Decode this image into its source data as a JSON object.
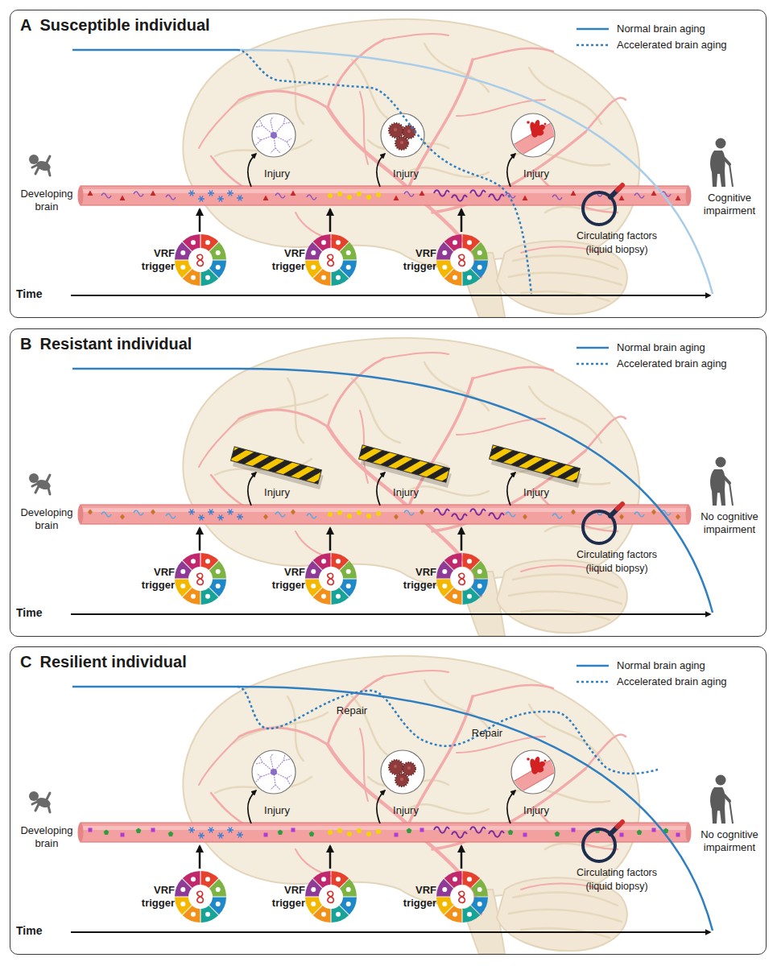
{
  "diagram": {
    "nodes": [
      {
        "text": [
          "A",
          "Susceptible individual"
        ]
      },
      {
        "text": [
          "VRF trigger"
        ],
        "in": 0
      },
      {
        "text": [
          "VRF trigger"
        ],
        "in": 0
      },
      {
        "text": [
          "VRF trigger"
        ],
        "in": 0
      },
      {
        "text": [
          "Circulating factors (liquid biopsy)"
        ],
        "in": 0
      },
      {
        "text": [
          "B",
          "Resistant individual"
        ]
      },
      {
        "text": [
          "VRF trigger"
        ],
        "in": 5
      },
      {
        "text": [
          "VRF trigger"
        ],
        "in": 5
      },
      {
        "text": [
          "VRF trigger"
        ],
        "in": 5
      },
      {
        "text": [
          "Circulating factors (liquid biopsy)"
        ],
        "in": 5
      },
      {
        "text": [
          "C",
          "Resilient individual"
        ]
      },
      {
        "text": [
          "VRF trigger"
        ],
        "in": 10
      },
      {
        "text": [
          "VRF trigger"
        ],
        "in": 10
      },
      {
        "text": [
          "VRF trigger"
        ],
        "in": 10
      },
      {
        "text": [
          "Circulating factors (liquid biopsy)"
        ],
        "in": 10
      }
    ],
    "labels": [
      "Developing brain",
      "Injury",
      "Injury",
      "Injury",
      "Cognitive impairment",
      "Time",
      "Developing brain",
      "Injury",
      "Injury",
      "Injury",
      "No cognitive impairment",
      "Time",
      "Developing brain",
      "Repair",
      "Repair",
      "Injury",
      "Injury",
      "Injury",
      "No cognitive impairment",
      "Time"
    ],
    "legend": [
      {
        "text": "Normal brain aging"
      },
      {
        "text": "Accelerated brain aging"
      },
      {
        "text": "Normal brain aging"
      },
      {
        "text": "Accelerated brain aging"
      },
      {
        "text": "Normal brain aging"
      },
      {
        "text": "Accelerated brain aging"
      }
    ]
  }
}
